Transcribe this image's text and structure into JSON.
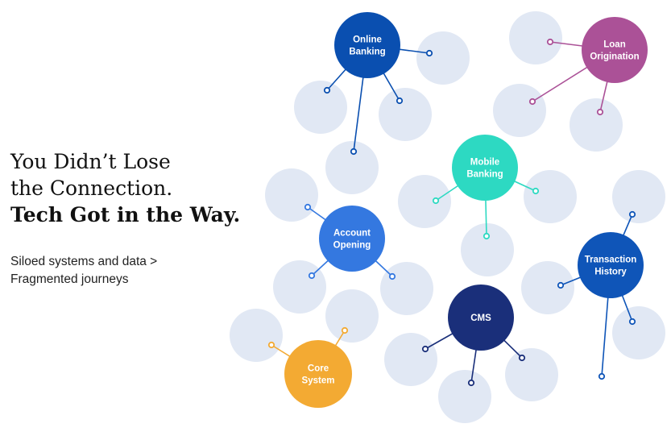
{
  "headline": {
    "line1": "You Didn’t Lose",
    "line2": "the Connection.",
    "line3": "Tech Got in the Way."
  },
  "subtitle": {
    "line1": "Siloed systems and data >",
    "line2": "Fragmented journeys"
  },
  "colors": {
    "bubble": "#e1e8f4",
    "online_banking": "#0a4fb0",
    "loan_origination": "#ab5197",
    "mobile_banking": "#2dd9c2",
    "account_opening": "#3478e0",
    "transaction_history": "#0f55b8",
    "cms": "#1a2f7a",
    "core_system": "#f3aa33"
  },
  "nodes": {
    "online_banking": [
      "Online",
      "Banking"
    ],
    "loan_origination": [
      "Loan",
      "Origination"
    ],
    "mobile_banking": [
      "Mobile",
      "Banking"
    ],
    "account_opening": [
      "Account",
      "Opening"
    ],
    "transaction_history": [
      "Transaction",
      "History"
    ],
    "cms": [
      "CMS"
    ],
    "core_system": [
      "Core",
      "System"
    ]
  }
}
